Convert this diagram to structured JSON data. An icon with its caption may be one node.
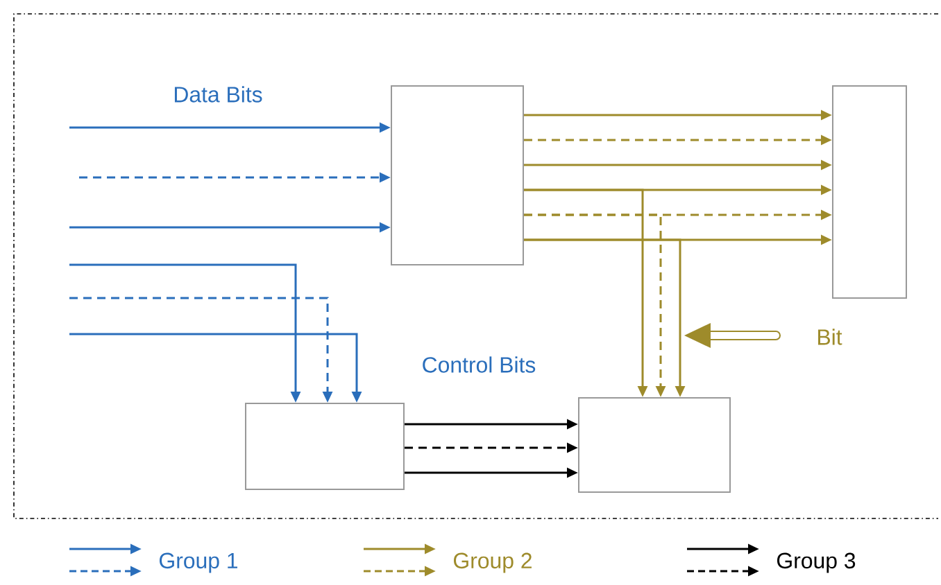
{
  "diagram": {
    "nodes": [
      {
        "text": [],
        "shape": "box"
      },
      {
        "text": [],
        "shape": "box"
      },
      {
        "text": [],
        "shape": "box"
      },
      {
        "text": [],
        "shape": "box"
      }
    ],
    "edges": [
      {
        "from": null,
        "to": 0,
        "arrow": "to",
        "color": "#2a6ebb"
      },
      {
        "from": null,
        "to": 0,
        "arrow": "to",
        "style": "dashed",
        "color": "#2a6ebb"
      },
      {
        "from": null,
        "to": 0,
        "arrow": "to",
        "color": "#2a6ebb"
      },
      {
        "from": null,
        "to": 2,
        "arrow": "to",
        "color": "#2a6ebb"
      },
      {
        "from": null,
        "to": 2,
        "arrow": "to",
        "style": "dashed",
        "color": "#2a6ebb"
      },
      {
        "from": null,
        "to": 2,
        "arrow": "to",
        "color": "#2a6ebb"
      },
      {
        "from": 0,
        "to": 1,
        "arrow": "to"
      },
      {
        "from": 0,
        "to": 1,
        "arrow": "to",
        "style": "dashed"
      },
      {
        "from": 0,
        "to": 1,
        "arrow": "to"
      },
      {
        "from": 0,
        "to": 1,
        "arrow": "to"
      },
      {
        "from": 0,
        "to": 1,
        "arrow": "to",
        "style": "dashed"
      },
      {
        "from": 0,
        "to": 1,
        "arrow": "to"
      },
      {
        "from": 0,
        "to": 3,
        "arrow": "to"
      },
      {
        "from": 0,
        "to": 3,
        "arrow": "to",
        "style": "dashed"
      },
      {
        "from": 0,
        "to": 3,
        "arrow": "to"
      },
      {
        "from": 2,
        "to": 3,
        "arrow": "to",
        "color": "#000000"
      },
      {
        "from": 2,
        "to": 3,
        "arrow": "to",
        "style": "dashed",
        "color": "#000000"
      },
      {
        "from": 2,
        "to": 3,
        "arrow": "to",
        "color": "#000000"
      }
    ],
    "labels": [
      "Data Bits",
      "Control Bits",
      "Bit"
    ],
    "legend": [
      {
        "text": "Group 1"
      },
      {
        "text": "Group 2"
      },
      {
        "text": "Group 3"
      }
    ]
  }
}
